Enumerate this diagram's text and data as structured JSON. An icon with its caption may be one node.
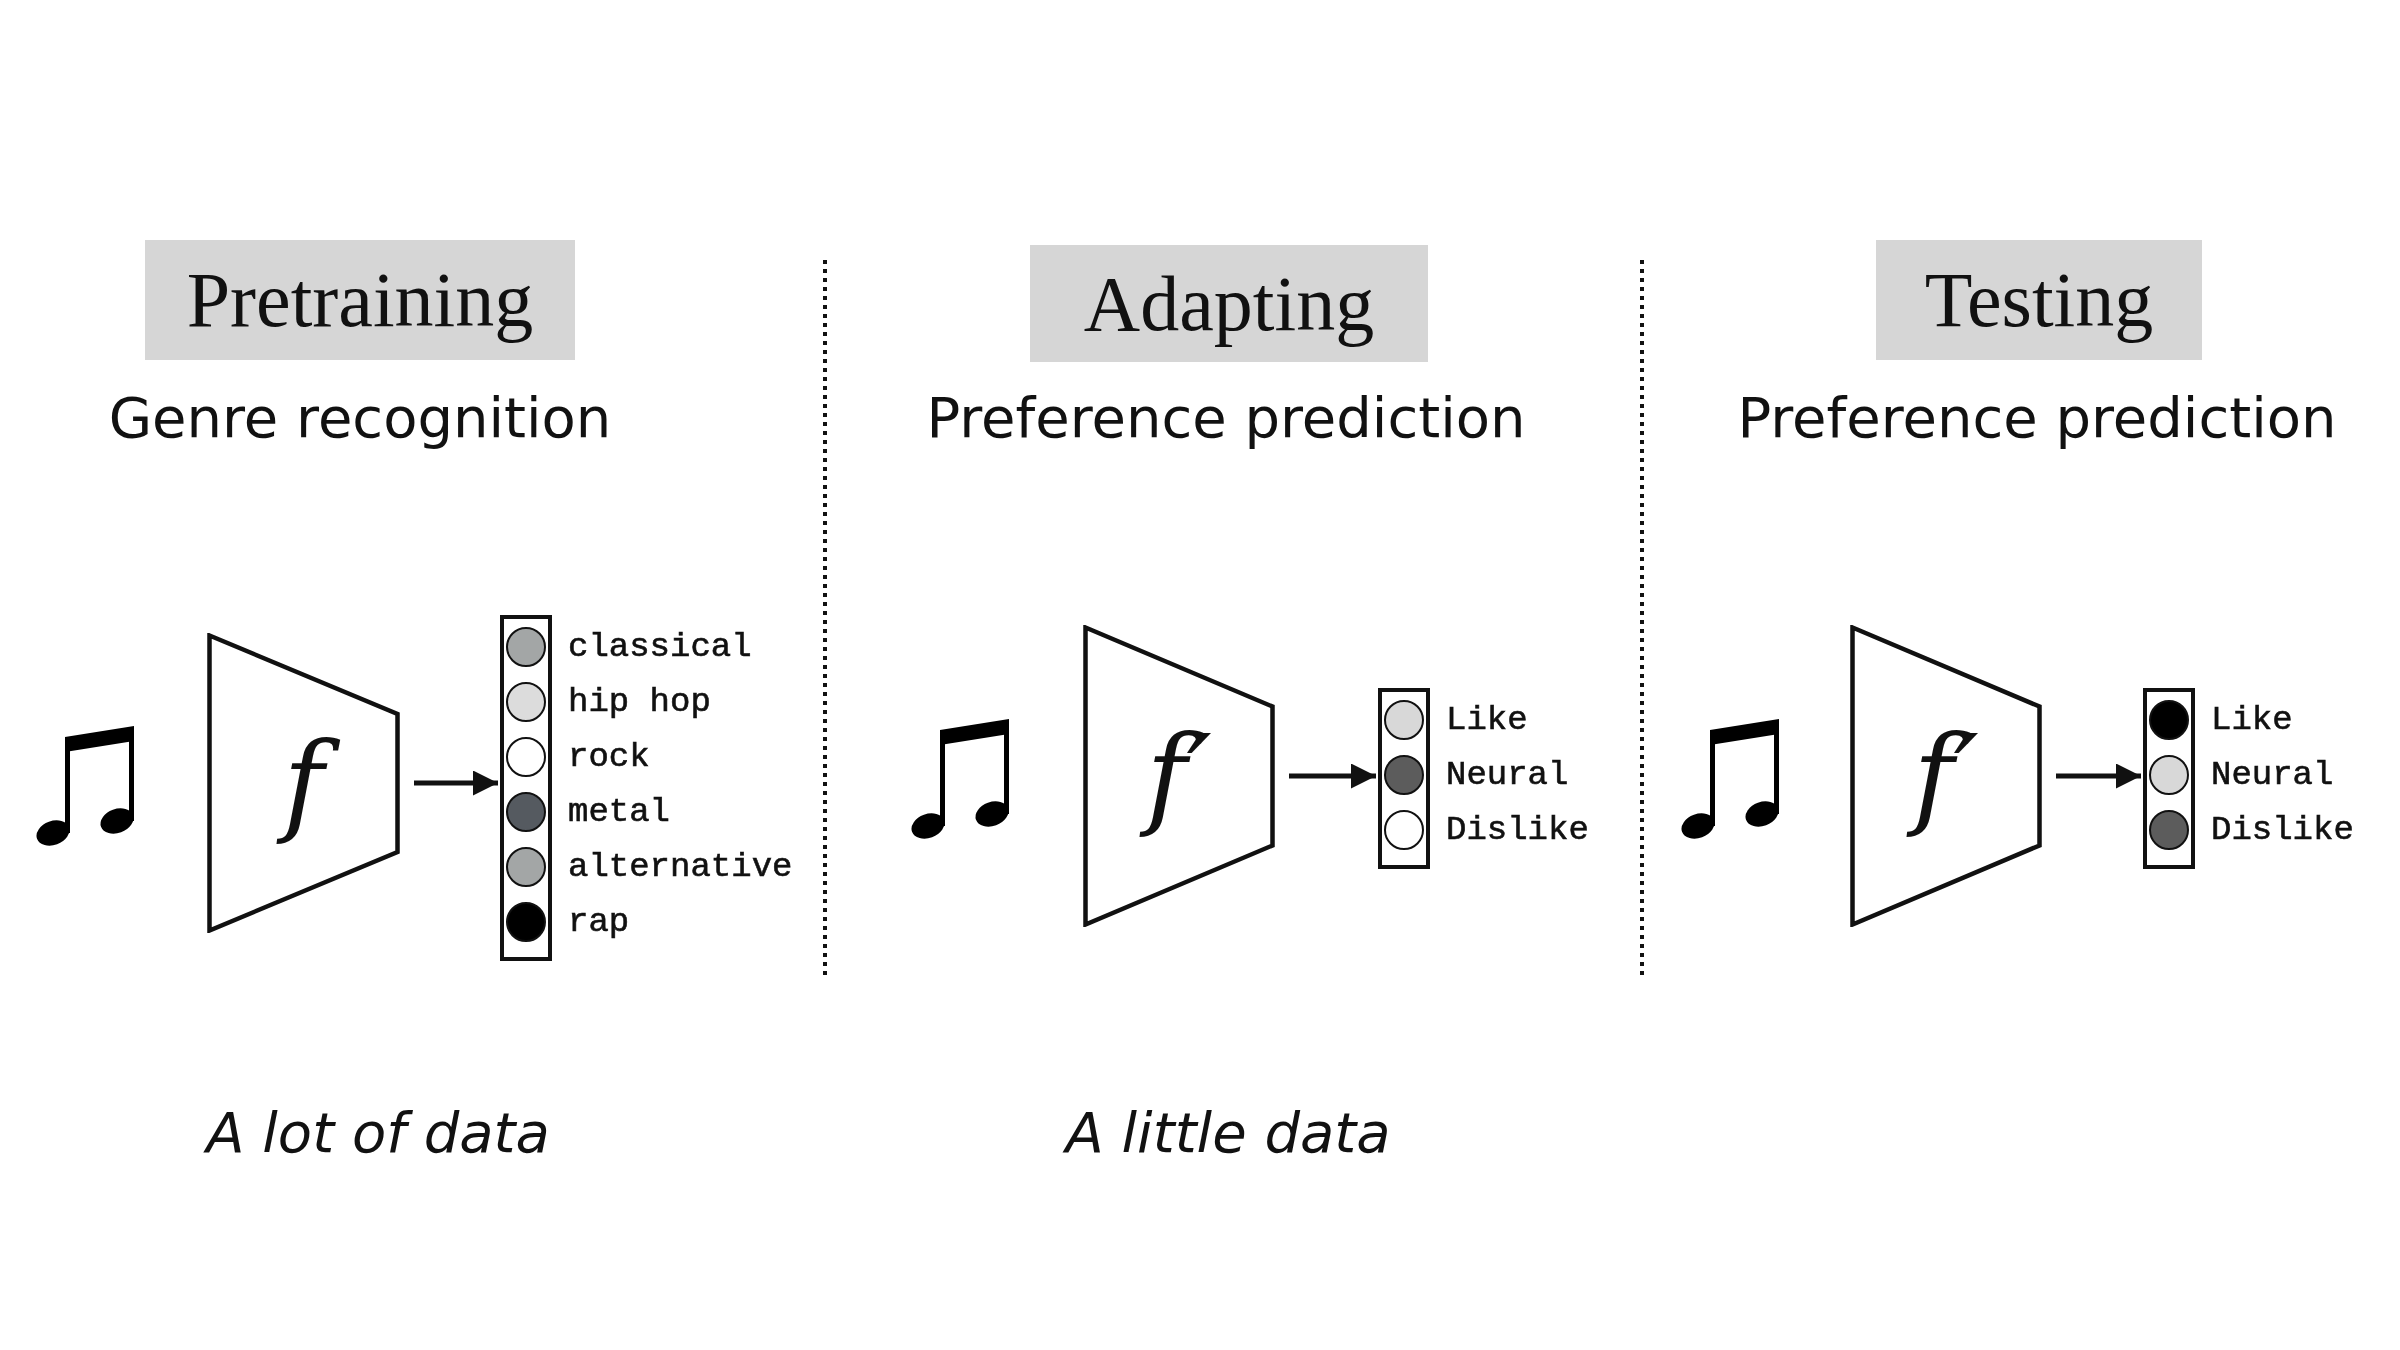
{
  "diagram": {
    "nodes": [
      {
        "text": [
          "Pretraining"
        ],
        "beside": [
          "Genre recognition"
        ]
      },
      {
        "text": [
          "f"
        ]
      },
      {
        "text": [],
        "shape": "bar",
        "beside": [
          "classical",
          "hip hop",
          "rock",
          "metal",
          "alternative",
          "rap"
        ]
      },
      {
        "text": [],
        "shape": "circle",
        "in": 2
      },
      {
        "text": [],
        "shape": "circle",
        "in": 2
      },
      {
        "text": [],
        "shape": "circle",
        "in": 2
      },
      {
        "text": [],
        "shape": "circle",
        "in": 2
      },
      {
        "text": [],
        "shape": "circle",
        "in": 2
      },
      {
        "text": [],
        "shape": "circle",
        "in": 2
      },
      {
        "text": [
          "Adapting"
        ],
        "beside": [
          "Preference prediction"
        ]
      },
      {
        "text": [
          "f′"
        ]
      },
      {
        "text": [],
        "shape": "bar",
        "beside": [
          "Like",
          "Neural",
          "Dislike"
        ]
      },
      {
        "text": [],
        "shape": "circle",
        "in": 11
      },
      {
        "text": [],
        "shape": "circle",
        "in": 11
      },
      {
        "text": [],
        "shape": "circle",
        "in": 11
      },
      {
        "text": [
          "Testing"
        ],
        "beside": [
          "Preference prediction"
        ]
      },
      {
        "text": [
          "f′"
        ]
      },
      {
        "text": [],
        "shape": "bar",
        "beside": [
          "Like",
          "Neural",
          "Dislike"
        ]
      },
      {
        "text": [],
        "shape": "circle",
        "in": 17
      },
      {
        "text": [],
        "shape": "circle",
        "in": 17
      },
      {
        "text": [],
        "shape": "circle",
        "in": 17
      }
    ],
    "edges": [
      {
        "from": 1,
        "to": 2,
        "arrow": "to"
      },
      {
        "from": 10,
        "to": 11,
        "arrow": "to"
      },
      {
        "from": 16,
        "to": 17,
        "arrow": "to"
      }
    ],
    "labels": [
      "A lot of data",
      "A little data"
    ]
  }
}
